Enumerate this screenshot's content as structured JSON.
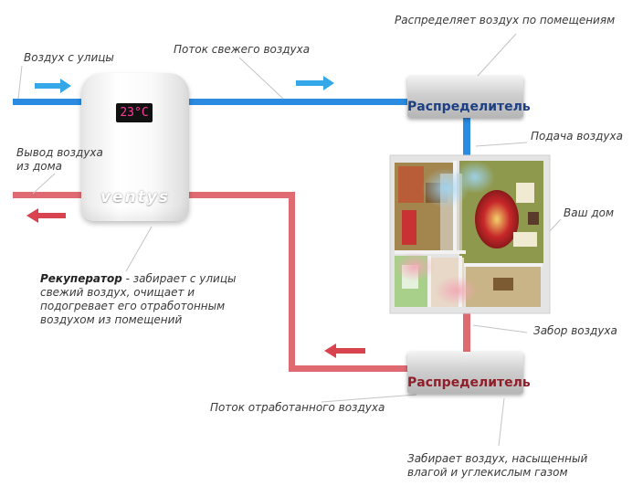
{
  "labels": {
    "outdoor_air": "Воздух с улицы",
    "fresh_flow": "Поток свежего воздуха",
    "distributes": "Распределяет воздух по помещениям",
    "supply": "Подача воздуха",
    "exhaust_out": "Вывод воздуха из дома",
    "your_home": "Ваш дом",
    "intake": "Забор воздуха",
    "used_flow": "Поток отработанного воздуха",
    "takes_air": "Забирает воздух, насыщенный влагой и углекислым газом",
    "recuperator_title": "Рекуператор",
    "recuperator_desc": " - забирает с улицы свежий воздух, очищает и подогревает его отработонным воздухом из помещений"
  },
  "distributor_top": "Распределитель",
  "distributor_bottom": "Распределитель",
  "device": {
    "display": "23°C",
    "brand": "ventys"
  },
  "colors": {
    "fresh_pipe": "#2a8be0",
    "exhaust_pipe": "#e06a72",
    "fresh_arrow": "#35a8ea",
    "exhaust_arrow": "#d9434f",
    "leader": "#c4c4c4"
  },
  "icons": [
    "arrow-right-icon",
    "arrow-left-icon"
  ]
}
